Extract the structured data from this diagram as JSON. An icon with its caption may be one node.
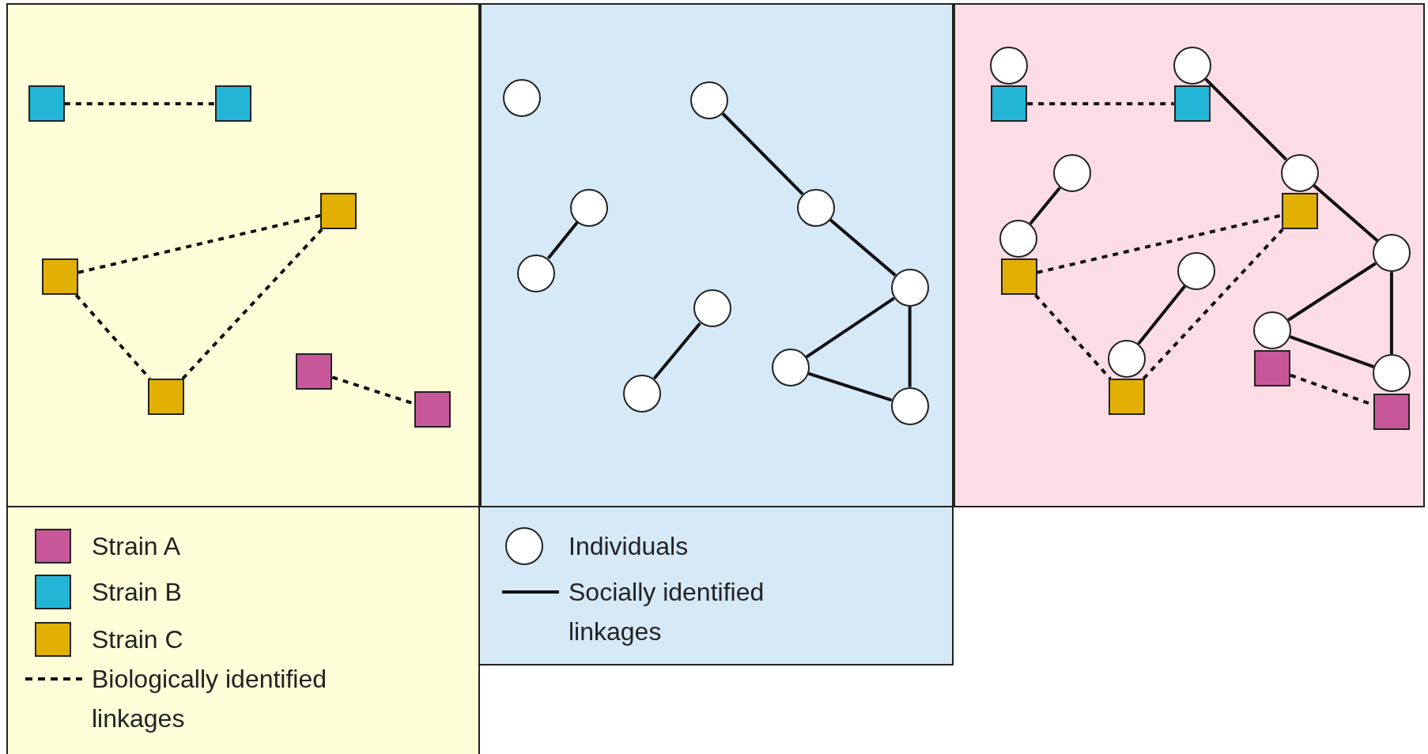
{
  "diagram": {
    "nodes": [
      {
        "text": [],
        "shape": "box"
      },
      {
        "text": [],
        "shape": "box"
      },
      {
        "text": [],
        "shape": "box"
      },
      {
        "text": [],
        "shape": "box"
      },
      {
        "text": [],
        "shape": "box"
      },
      {
        "text": [],
        "shape": "box"
      },
      {
        "text": [],
        "shape": "box"
      },
      {
        "text": [],
        "shape": "circle"
      },
      {
        "text": [],
        "shape": "circle"
      },
      {
        "text": [],
        "shape": "circle"
      },
      {
        "text": [],
        "shape": "circle"
      },
      {
        "text": [],
        "shape": "circle"
      },
      {
        "text": [],
        "shape": "circle"
      },
      {
        "text": [],
        "shape": "circle"
      },
      {
        "text": [],
        "shape": "circle"
      },
      {
        "text": [],
        "shape": "circle"
      },
      {
        "text": [],
        "shape": "circle"
      },
      {
        "text": [],
        "shape": "circle"
      },
      {
        "text": [],
        "shape": "circle"
      },
      {
        "text": [],
        "shape": "box"
      },
      {
        "text": [],
        "shape": "box"
      },
      {
        "text": [],
        "shape": "circle"
      },
      {
        "text": [],
        "shape": "circle"
      },
      {
        "text": [],
        "shape": "box"
      },
      {
        "text": [],
        "shape": "circle"
      },
      {
        "text": [],
        "shape": "circle"
      },
      {
        "text": [],
        "shape": "circle"
      },
      {
        "text": [],
        "shape": "box"
      },
      {
        "text": [],
        "shape": "circle"
      },
      {
        "text": [],
        "shape": "circle"
      },
      {
        "text": [],
        "shape": "box"
      },
      {
        "text": [],
        "shape": "circle"
      },
      {
        "text": [],
        "shape": "box"
      },
      {
        "text": [],
        "shape": "box"
      }
    ],
    "edges": [
      {
        "from": 0,
        "to": 1,
        "arrow": "none",
        "style": "dashed"
      },
      {
        "from": 3,
        "to": 2,
        "arrow": "none",
        "style": "dashed"
      },
      {
        "from": 3,
        "to": 5,
        "arrow": "none",
        "style": "dashed"
      },
      {
        "from": 5,
        "to": 2,
        "arrow": "none",
        "style": "dashed"
      },
      {
        "from": 4,
        "to": 6,
        "arrow": "none",
        "style": "dashed"
      },
      {
        "from": 8,
        "to": 10,
        "arrow": "none"
      },
      {
        "from": 10,
        "to": 12,
        "arrow": "none"
      },
      {
        "from": 9,
        "to": 11,
        "arrow": "none"
      },
      {
        "from": 12,
        "to": 14,
        "arrow": "none"
      },
      {
        "from": 12,
        "to": 16,
        "arrow": "none"
      },
      {
        "from": 14,
        "to": 16,
        "arrow": "none"
      },
      {
        "from": 13,
        "to": 15,
        "arrow": "none"
      },
      {
        "from": 19,
        "to": 20,
        "arrow": "none",
        "style": "dashed"
      },
      {
        "from": 18,
        "to": 22,
        "arrow": "none"
      },
      {
        "from": 22,
        "to": 25,
        "arrow": "none"
      },
      {
        "from": 21,
        "to": 24,
        "arrow": "none"
      },
      {
        "from": 27,
        "to": 23,
        "arrow": "none",
        "style": "dashed"
      },
      {
        "from": 27,
        "to": 32,
        "arrow": "none",
        "style": "dashed"
      },
      {
        "from": 32,
        "to": 23,
        "arrow": "none",
        "style": "dashed"
      },
      {
        "from": 26,
        "to": 29,
        "arrow": "none"
      },
      {
        "from": 25,
        "to": 28,
        "arrow": "none"
      },
      {
        "from": 25,
        "to": 31,
        "arrow": "none"
      },
      {
        "from": 28,
        "to": 31,
        "arrow": "none"
      },
      {
        "from": 30,
        "to": 33,
        "arrow": "none",
        "style": "dashed"
      }
    ],
    "legend": [
      {
        "text": "Strain A",
        "color": "#c8579a"
      },
      {
        "text": "Strain B",
        "color": "#22b5d6"
      },
      {
        "text": "Strain C",
        "color": "#e2b004"
      },
      {
        "text": "Biologically identified linkages"
      },
      {
        "text": "Individuals"
      },
      {
        "text": "Socially identified linkages"
      }
    ]
  }
}
